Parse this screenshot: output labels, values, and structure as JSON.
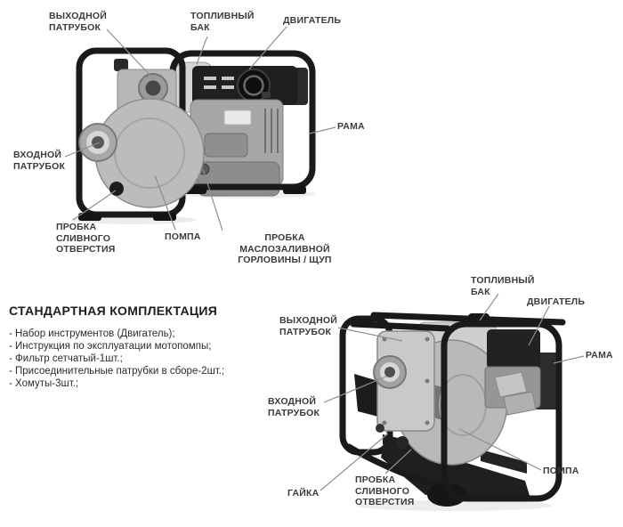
{
  "colors": {
    "page_bg": "#ffffff",
    "label_text": "#3a3a3a",
    "leader_line": "#8f8f8f",
    "frame_tube": "#1a1a1a",
    "pump_body": "#bcbcbc",
    "engine_dark": "#1f1f1f"
  },
  "top_diagram": {
    "labels": {
      "outlet_pipe": "ВЫХОДНОЙ\nПАТРУБОК",
      "fuel_tank": "ТОПЛИВНЫЙ\nБАК",
      "engine": "ДВИГАТЕЛЬ",
      "frame": "РАМА",
      "inlet_pipe": "ВХОДНОЙ\nПАТРУБОК",
      "drain_plug": "ПРОБКА\nСЛИВНОГО\nОТВЕРСТИЯ",
      "pump": "ПОМПА",
      "oil_filler_plug": "ПРОБКА МАСЛОЗАЛИВНОЙ\nГОРЛОВИНЫ / ЩУП"
    }
  },
  "standard_equipment": {
    "heading": "СТАНДАРТНАЯ КОМПЛЕКТАЦИЯ",
    "items": [
      "- Набор инструментов (Двигатель);",
      "- Инструкция по эксплуатации мотопомпы;",
      "- Фильтр сетчатый-1шт.;",
      "- Присоединительные патрубки в сборе-2шт.;",
      "- Хомуты-3шт.;"
    ]
  },
  "bottom_diagram": {
    "labels": {
      "fuel_tank": "ТОПЛИВНЫЙ\nБАК",
      "engine": "ДВИГАТЕЛЬ",
      "outlet_pipe": "ВЫХОДНОЙ\nПАТРУБОК",
      "frame": "РАМА",
      "inlet_pipe": "ВХОДНОЙ\nПАТРУБОК",
      "nut": "ГАЙКА",
      "drain_plug": "ПРОБКА\nСЛИВНОГО\nОТВЕРСТИЯ",
      "pump": "ПОМПА"
    }
  }
}
